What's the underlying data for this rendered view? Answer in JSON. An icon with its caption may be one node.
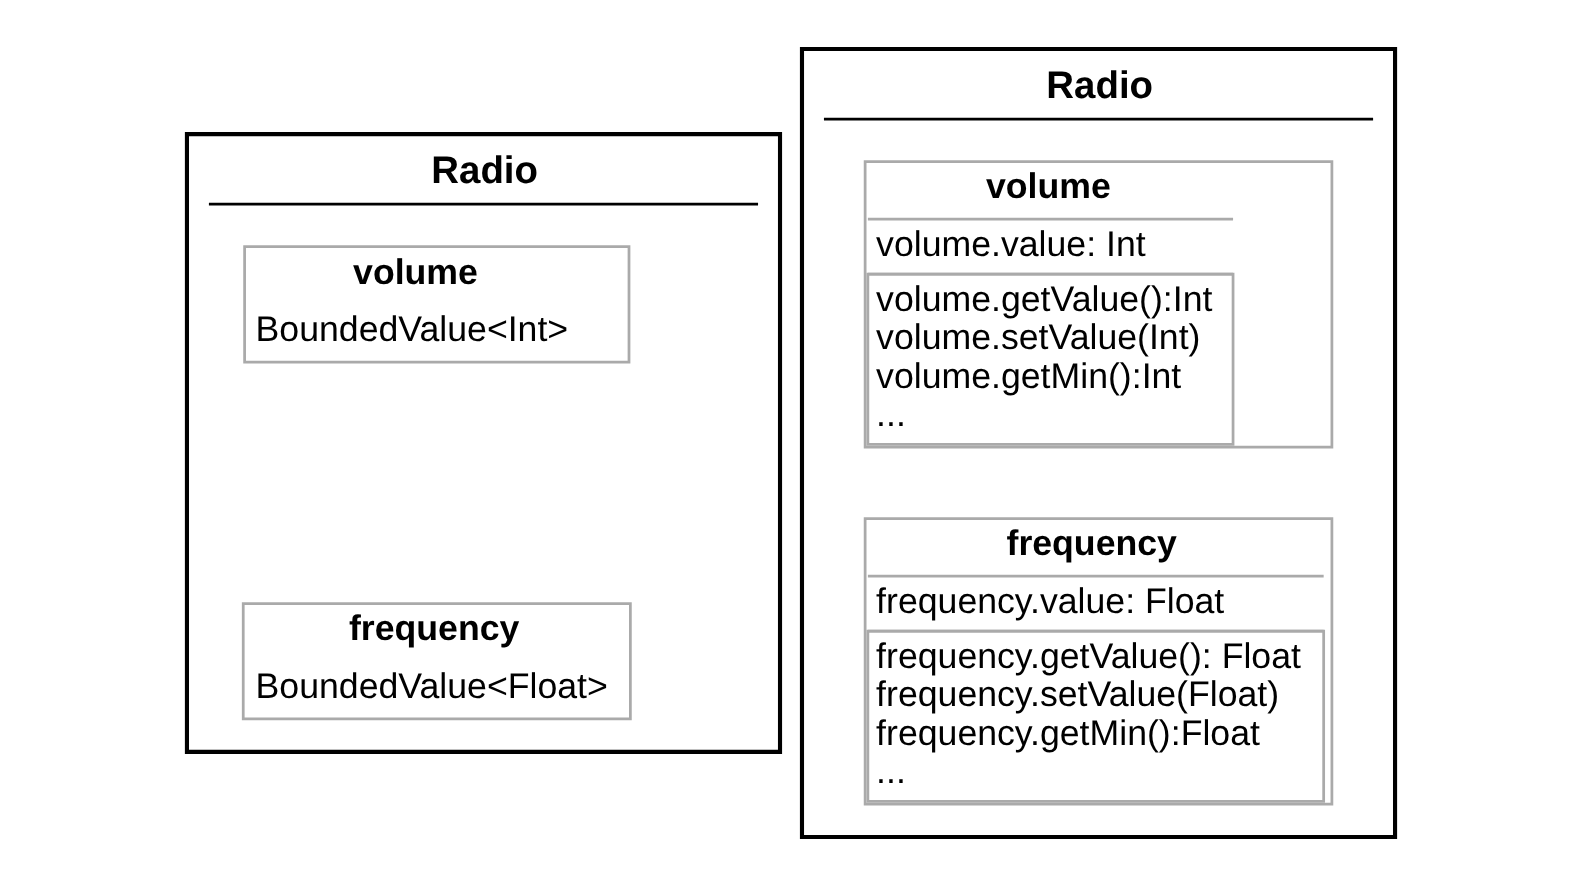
{
  "diagram": {
    "nodes": [
      {
        "text": [
          "Radio"
        ]
      },
      {
        "text": [
          "volume",
          "BoundedValue<Int>"
        ],
        "in": 0
      },
      {
        "text": [
          "frequency",
          "BoundedValue<Float>"
        ],
        "in": 0
      },
      {
        "text": [
          "Radio"
        ]
      },
      {
        "text": [
          "volume",
          "volume.value: Int",
          "volume.getValue():Int",
          "volume.setValue(Int)",
          "volume.getMin():Int",
          "..."
        ],
        "in": 3
      },
      {
        "text": [
          "frequency",
          "frequency.value: Float",
          "frequency.getValue(): Float",
          "frequency.setValue(Float)",
          "frequency.getMin():Float",
          "..."
        ],
        "in": 3
      }
    ],
    "edges": []
  }
}
